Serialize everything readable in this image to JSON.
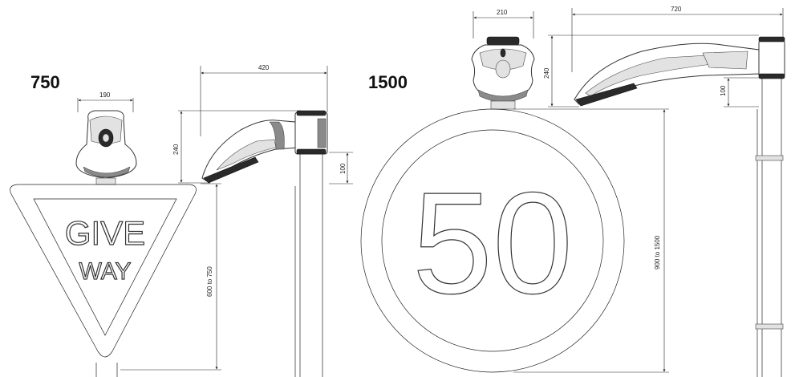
{
  "left_group": {
    "size_label": "750",
    "sign_text_line1": "GIVE",
    "sign_text_line2": "WAY",
    "dims": {
      "head_width": "190",
      "arm_length": "420",
      "head_height": "240",
      "bracket_height": "100",
      "sign_height_range": "600 to 750"
    }
  },
  "right_group": {
    "size_label": "1500",
    "sign_text": "50",
    "dims": {
      "head_width": "210",
      "arm_length": "720",
      "head_height": "240",
      "bracket_height": "100",
      "sign_height_range": "900 to 1500"
    }
  }
}
